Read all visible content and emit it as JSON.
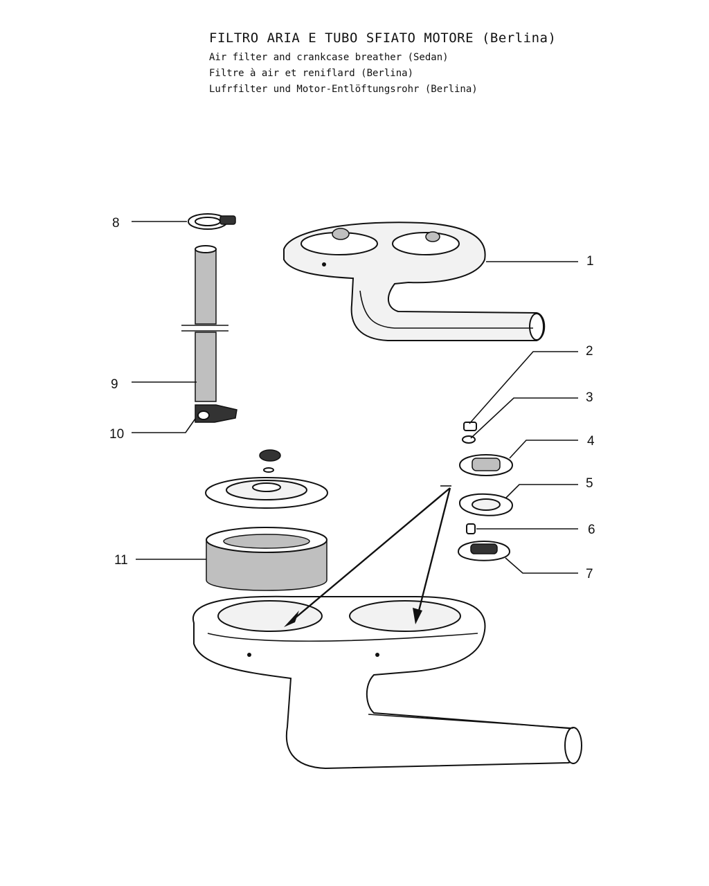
{
  "header": {
    "title": "FILTRO ARIA E TUBO SFIATO MOTORE (Berlina)",
    "subtitles": [
      "Air filter and crankcase breather (Sedan)",
      "Filtre à air et reniflard (Berlina)",
      "Lufrfilter und Motor-Entlöftungsrohr (Berlina)"
    ]
  },
  "callouts": [
    "1",
    "2",
    "3",
    "4",
    "5",
    "6",
    "7",
    "8",
    "9",
    "10",
    "11"
  ]
}
